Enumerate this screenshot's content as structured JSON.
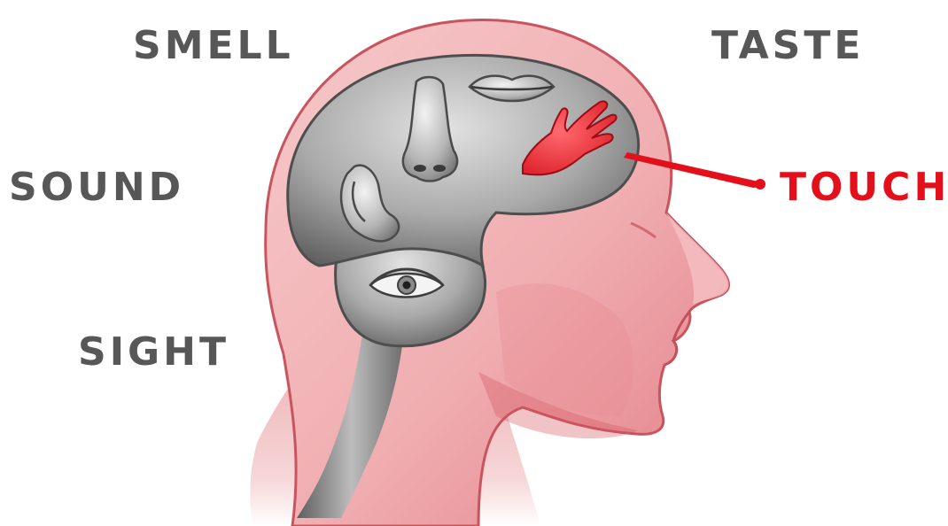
{
  "labels": {
    "smell": "SMELL",
    "taste": "TASTE",
    "sound": "SOUND",
    "touch": "TOUCH",
    "sight": "SIGHT"
  },
  "colors": {
    "label_gray": "#575757",
    "highlight_red": "#e3101c",
    "skin": "#f2b3b5",
    "skin_shadow": "#d9626b",
    "brain_gray": "#a9a9a9",
    "brain_dark": "#5f5f5f"
  },
  "highlighted_sense": "touch",
  "icons": [
    "nose-icon",
    "lips-icon",
    "hand-icon",
    "ear-icon",
    "eye-icon"
  ]
}
